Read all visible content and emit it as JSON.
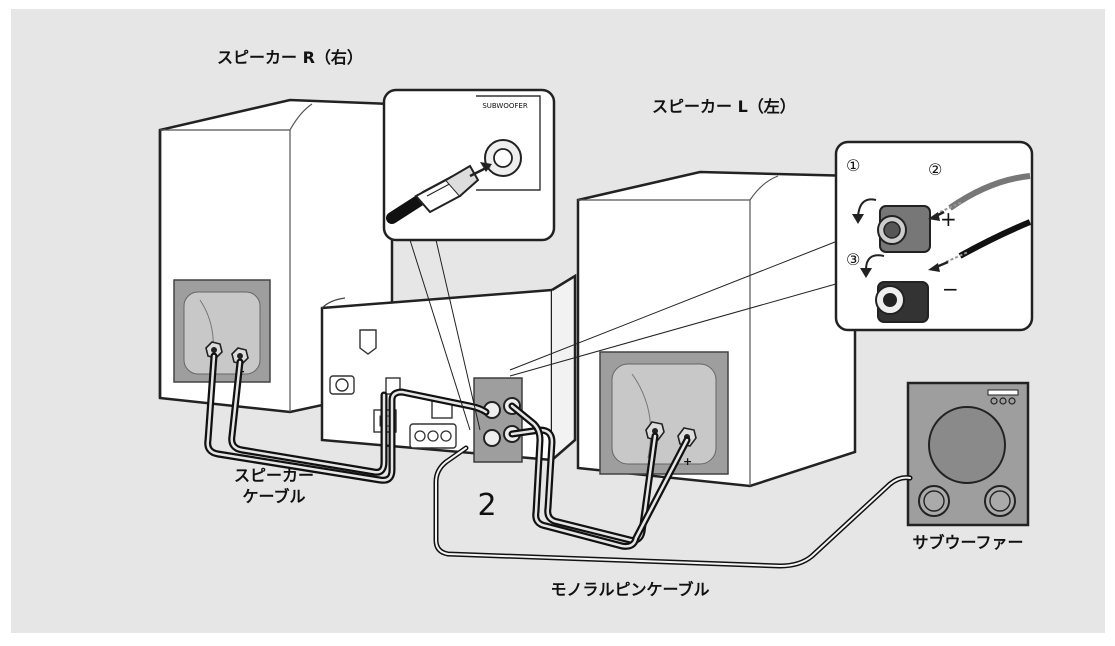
{
  "labels": {
    "speaker_right": "スピーカー R（右）",
    "speaker_left": "スピーカー L（左）",
    "speaker_cable_line1": "スピーカー",
    "speaker_cable_line2": "ケーブル",
    "mono_pin_cable": "モノラルピンケーブル",
    "subwoofer": "サブウーファー",
    "step_number": "2",
    "subwoofer_jack": "SUBWOOFER",
    "plus_symbol": "+",
    "minus_symbol": "−",
    "step1": "①",
    "step2": "②",
    "step3": "③"
  },
  "colors": {
    "panel_background": "#e6e6e6",
    "speaker_body": "#ffffff",
    "terminal_plate": "#9a9a9a",
    "cable": "#222222",
    "outline": "#222222"
  },
  "icons": [
    "speaker-right-icon",
    "speaker-left-icon",
    "amplifier-unit-icon",
    "subwoofer-icon",
    "rca-plug-icon",
    "speaker-terminal-icon"
  ]
}
